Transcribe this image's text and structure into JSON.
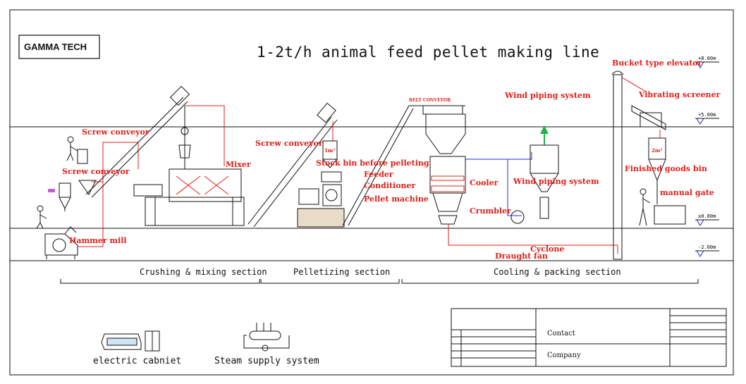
{
  "logo": "GAMMA TECH",
  "title": "1-2t/h animal feed pellet making line",
  "level_marks": [
    "+8.00m",
    "+5.00m",
    "±0.00m",
    "-2.00m"
  ],
  "equipment_labels": {
    "screw_conveyor_1": "Screw conveyor",
    "screw_conveyor_2": "Screw conveyor",
    "screw_conveyor_3": "Screw conveyor",
    "mixer": "Mixer",
    "hammer_mill": "Hammer mill",
    "stock_bin": "Stock bin before pelleting",
    "feeder": "Feeder",
    "conditioner": "Conditioner",
    "pellet_machine": "Pellet machine",
    "belt_conveyor": "BELT CONVEYOR",
    "wind_piping_1": "Wind piping system",
    "wind_piping_2": "Wind piping system",
    "cooler": "Cooler",
    "crumbler": "Crumbler",
    "cyclone": "Cyclone",
    "draught_fan": "Draught fan",
    "bucket_elevator": "Bucket type elevator",
    "vibrating_screener": "Vibrating screener",
    "finished_bin": "Finished goods bin",
    "manual_gate": "manual gate",
    "bin_1m3": "1m³",
    "bin_2m3": "2m³"
  },
  "sections": [
    "Crushing & mixing section",
    "Pelletizing section",
    "Cooling & packing section"
  ],
  "legend": {
    "electric": "electric cabniet",
    "steam": "Steam supply system"
  },
  "title_block": {
    "contact": "Contact",
    "company": "Company"
  },
  "colors": {
    "label_red": "#e0201a",
    "line_red": "#e0201a",
    "line_black": "#111111",
    "pipe_blue": "#2a2ad0",
    "arrow_green": "#21b04a",
    "marker_purple": "#c060d0"
  }
}
